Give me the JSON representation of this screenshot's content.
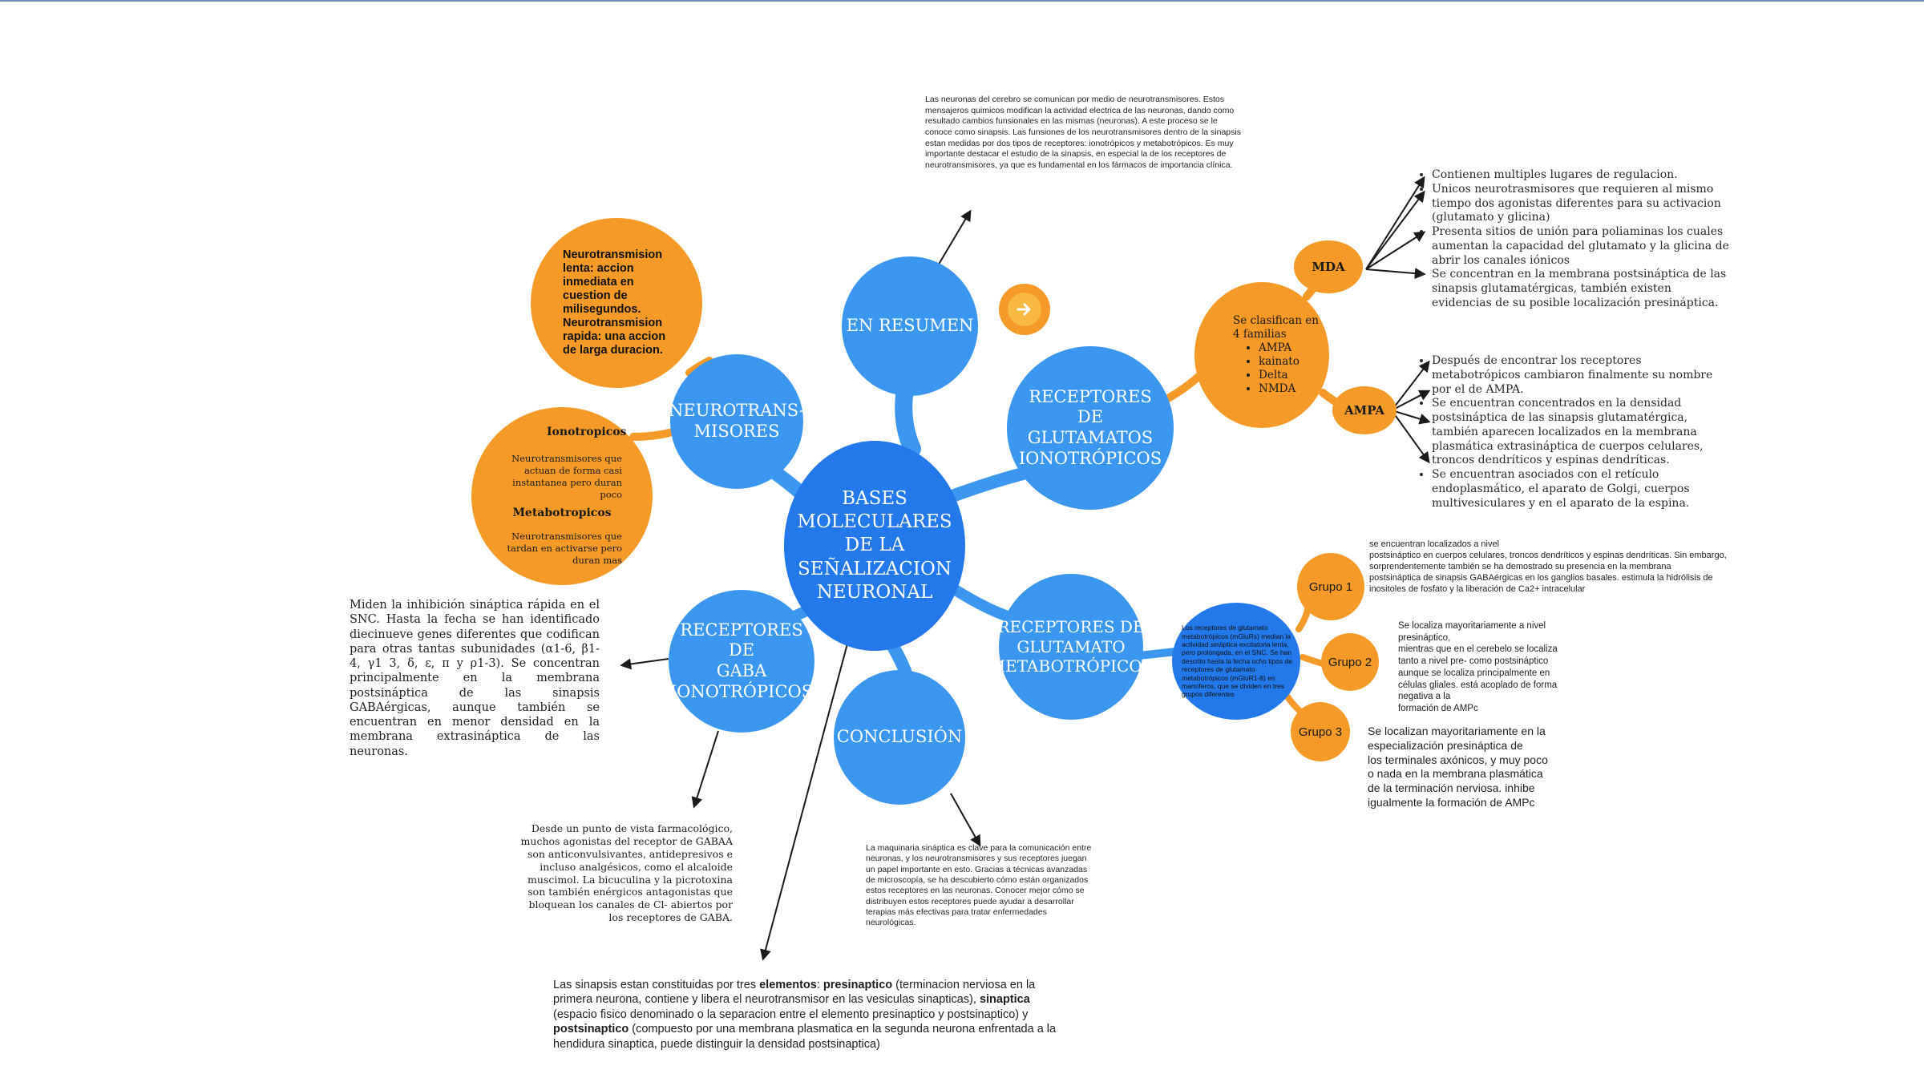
{
  "colors": {
    "center": "#2378eb",
    "blue_node": "#3a96ef",
    "orange_node": "#f59a27",
    "link_blue": "#3a96ef",
    "link_orange": "#f59a27",
    "arrow": "#1a1a1a",
    "nav_button": "#f7b940"
  },
  "center": {
    "label": "BASES MOLECULARES DE LA SEÑALIZACION NEURONAL"
  },
  "nodes": {
    "en_resumen": "EN RESUMEN",
    "neurotransmisores": "NEUROTRANS-\nMISORES",
    "glutamato_iono": "RECEPTORES\nDE\nGLUTAMATOS\nIONOTRÓPICOS",
    "glutamato_metab": "RECEPTORES DE\nGLUTAMATO\nMETABOTRÓPICOS",
    "gaba": "RECEPTORES DE\nGABA\nIONOTRÓPICOS",
    "conclusion": "CONCLUSIÓN"
  },
  "nav_button_icon": "arrow-right-icon",
  "resumen_text": "Las neuronas del cerebro se comunican por medio de neurotransmisores. Estos mensajeros quimicos modifican la actividad electrica de las neuronas, dando como resultado cambios funsionales en las mismas (neuronas). A este proceso se le conoce como sinapsis. Las funsiones de los neurotransmisores dentro de la sinapsis estan medidas por dos tipos de receptores: ionotrópicos y metabotrópicos. Es muy importante destacar el estudio de la sinapsis, en especial la de los receptores de neurotransmisores, ya que es fundamental en los fármacos de importancia clínica.",
  "neuro_bubble": "Neurotransmision lenta: accion inmediata en cuestion de milisegundos. Neurotransmision rapida: una accion de larga duracion.",
  "tipos_bubble": {
    "iono_title": "Ionotropicos",
    "iono_text": "Neurotransmisores que actuan de forma casi instantanea pero duran poco",
    "metab_title": "Metabotropicos",
    "metab_text": "Neurotransmisores que tardan en activarse pero duran mas"
  },
  "glut_iono_bubble": {
    "intro": "Se clasifican en 4 familias",
    "items": [
      "AMPA",
      "kainato",
      "Delta",
      "NMDA"
    ]
  },
  "mda": {
    "label": "MDA",
    "items": [
      "Contienen multiples lugares de regulacion.",
      "Unicos neurotrasmisores que requieren al mismo tiempo dos agonistas diferentes para su activacion (glutamato y glicina)",
      " Presenta sitios de unión para poliaminas los cuales aumentan la capacidad del glutamato y la glicina de abrir los canales iónicos",
      "Se concentran en la membrana postsináptica de las sinapsis glutamatérgicas, también existen evidencias de su posible localización presináptica."
    ]
  },
  "ampa": {
    "label": "AMPA",
    "items": [
      "Después de encontrar los receptores metabotrópicos cambiaron finalmente su nombre por el de AMPA.",
      "Se encuentran concentrados en la densidad postsináptica de las sinapsis glutamatérgica, también aparecen localizados en la membrana plasmática extrasináptica de cuerpos celulares, troncos dendríticos y espinas dendríticas.",
      "Se encuentran asociados con el retículo endoplasmático, el aparato de Golgi, cuerpos multivesiculares y en el aparato de la espina."
    ]
  },
  "metab_bubble": "Los receptores de glutamato metabotrópicos (mGluRs) median la actividad sináptica excitatoria lenta, pero prolongada, en el SNC. Se han descrito hasta la fecha ocho tipos de receptores de glutamato metabotrópicos (mGluR1-8) en mamíferos, que se dividen en tres grupos diferentes",
  "grupos": {
    "g1": {
      "label": "Grupo 1",
      "text": " se encuentran localizados a nivel\npostsináptico en cuerpos celulares, troncos dendríticos y espinas dendríticas.  Sin embargo,\nsorprendentemente también se ha demostrado su presencia en la membrana\npostsináptica de sinapsis GABAérgicas en los ganglios basales. estimula la hidrólisis de\ninositoles de fosfato y la liberación de Ca2+ intracelular"
    },
    "g2": {
      "label": "Grupo 2",
      "text": " Se localiza mayoritariamente a nivel\npresináptico,\nmientras que en el cerebelo se localiza\ntanto a nivel pre- como postsináptico\naunque se localiza principalmente en\ncélulas gliales. está acoplado de forma\nnegativa a la\nformación de AMPc"
    },
    "g3": {
      "label": "Grupo 3",
      "text": "Se localizan mayoritariamente en la\nespecialización presináptica de\nlos terminales axónicos, y muy poco\no nada en la membrana plasmática\nde la terminación nerviosa. inhibe\nigualmente la formación de AMPc"
    }
  },
  "gaba_text": "Miden la inhibición sináptica rápida en el SNC. Hasta la fecha se han identificado diecinueve genes diferentes que codifican para otras tantas subunidades (α1-6, β1-4, γ1 3, δ, ε, π y ρ1-3). Se concentran principalmente en la membrana postsináptica de las sinapsis GABAérgicas, aunque también se encuentran en menor densidad en la membrana extrasináptica de las neuronas.",
  "gaba_pharma": "Desde un punto de vista farmacológico, muchos agonistas del receptor de GABAA son anticonvulsivantes, antidepresivos e incluso analgésicos, como el alcaloide muscimol. La bicuculina y la picrotoxina son también enérgicos antagonistas que bloquean los canales de Cl- abiertos por los receptores de GABA.",
  "conclusion_text": "La maquinaria sináptica es clave para la comunicación entre neuronas, y los neurotransmisores y sus receptores juegan un papel importante en esto. Gracias a técnicas avanzadas de microscopía, se ha descubierto cómo están organizados estos receptores en las neuronas. Conocer mejor cómo se distribuyen estos receptores puede ayudar a desarrollar terapias más efectivas para tratar enfermedades neurológicas.",
  "sinapsis": {
    "p1": "Las sinapsis estan constituidas por tres ",
    "b1": "elementos",
    "p2": ": ",
    "b2": "presinaptico",
    "p3": " (terminacion nerviosa en la primera neurona, contiene y libera el neurotransmisor en las vesiculas sinapticas), ",
    "b3": "sinaptica",
    "p4": " (espacio fisico denominado o la separacion entre el elemento presinaptico y postsinaptico) y ",
    "b4": "postsinaptico",
    "p5": " (compuesto por una membrana plasmatica en la segunda neurona enfrentada a la hendidura sinaptica, puede distinguir la densidad postsinaptica)"
  }
}
